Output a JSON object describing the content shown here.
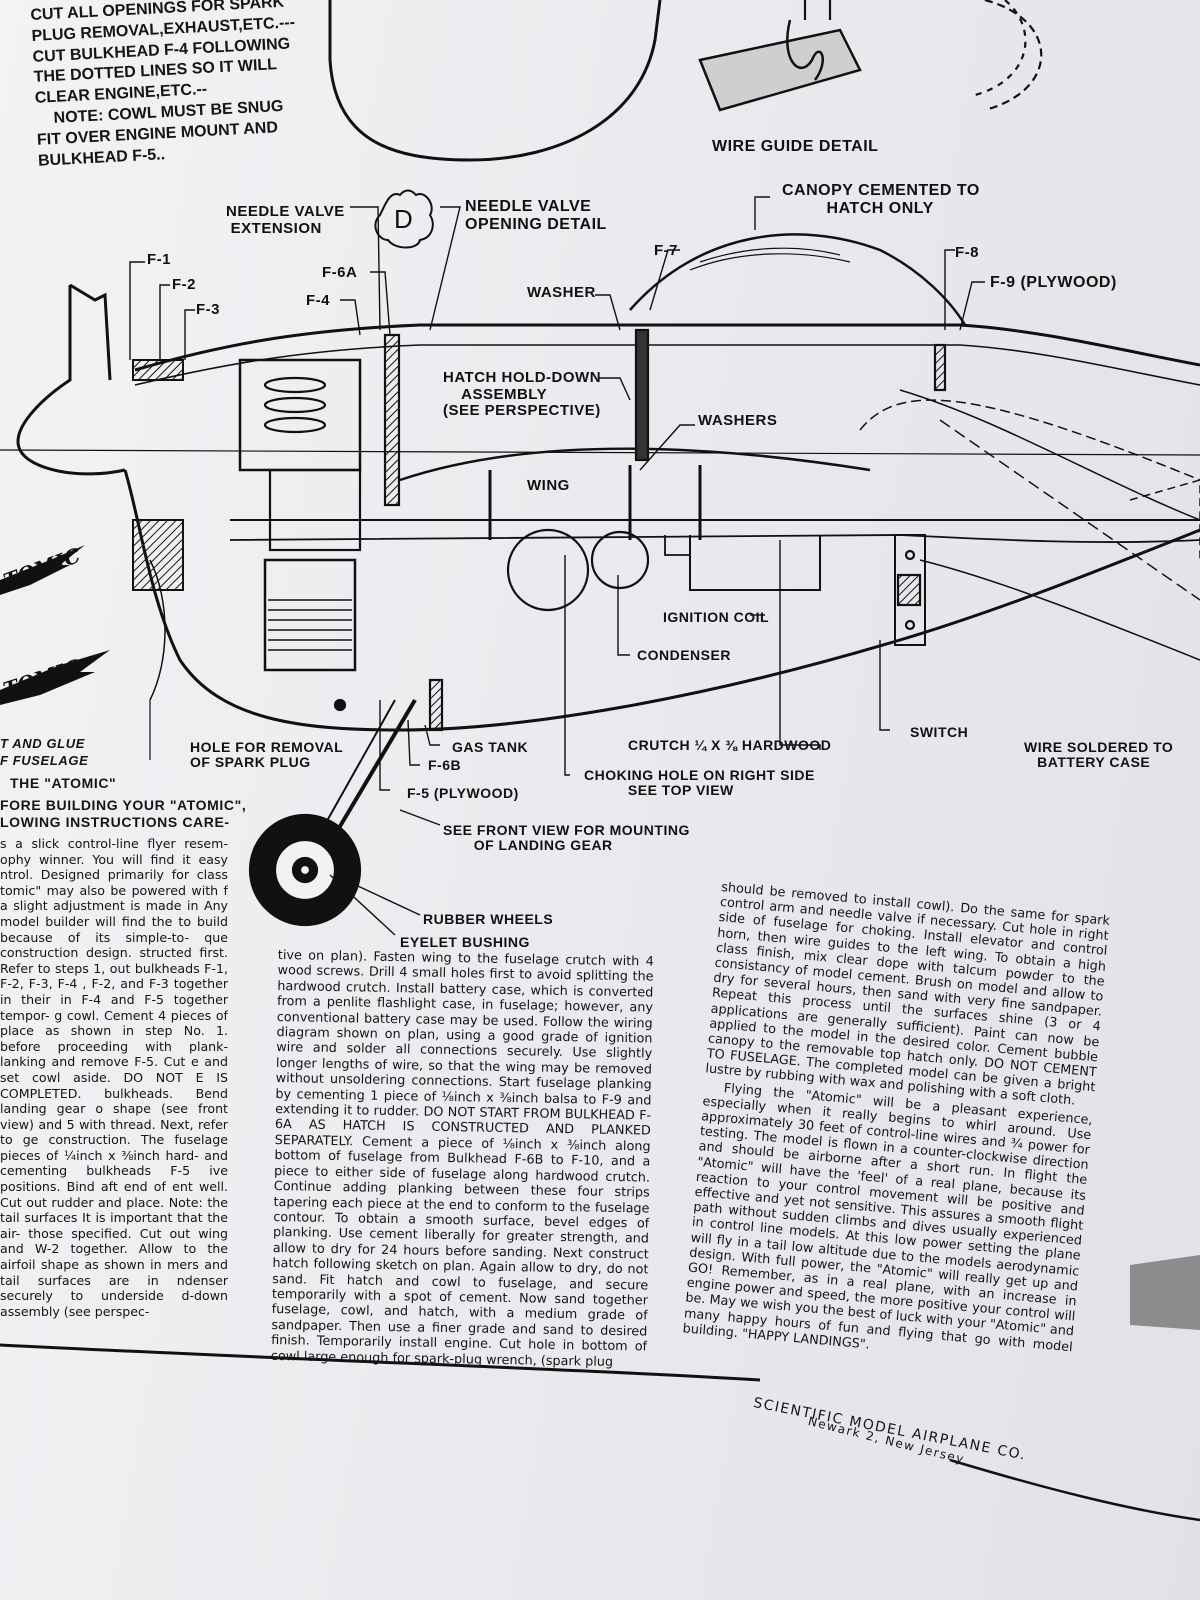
{
  "notes": {
    "top_left": "CUT ALL OPENINGS FOR SPARK\nPLUG REMOVAL,EXHAUST,ETC.---\nCUT BULKHEAD F-4 FOLLOWING\nTHE DOTTED LINES SO IT WILL\nCLEAR ENGINE,ETC.--\n    NOTE: COWL MUST BE SNUG\nFIT OVER ENGINE MOUNT AND\nBULKHEAD F-5.."
  },
  "labels": {
    "wire_guide": "WIRE GUIDE DETAIL",
    "canopy": "CANOPY CEMENTED TO\n         HATCH ONLY",
    "needle_ext": "NEEDLE VALVE\n EXTENSION",
    "needle_open": "NEEDLE VALVE\nOPENING DETAIL",
    "f1": "F-1",
    "f2": "F-2",
    "f3": "F-3",
    "f6a": "F-6A",
    "f4": "F-4",
    "washer": "WASHER",
    "f7": "F-7",
    "f8": "F-8",
    "f9": "F-9 (PLYWOOD)",
    "hatch": "HATCH HOLD-DOWN\n    ASSEMBLY\n(SEE PERSPECTIVE)",
    "washers": "WASHERS",
    "wing": "WING",
    "ignition": "IGNITION COIL",
    "condenser": "CONDENSER",
    "hole": "HOLE FOR REMOVAL\nOF SPARK PLUG",
    "gas": "GAS TANK",
    "f6b": "F-6B",
    "f5": "F-5 (PLYWOOD)",
    "crutch": "CRUTCH ¼ X ⅜ HARDWOOD",
    "choking": "CHOKING HOLE ON RIGHT SIDE\n          SEE TOP VIEW",
    "switch": "SWITCH",
    "wire": "WIRE SOLDERED TO\n   BATTERY CASE",
    "front_view": "SEE FRONT VIEW FOR MOUNTING\n       OF LANDING GEAR",
    "rubber": "RUBBER WHEELS",
    "eyelet": "EYELET BUSHING",
    "needle_letter": "D"
  },
  "left_column": {
    "heading": "T AND GLUE\nF FUSELAGE",
    "subheading": "THE \"ATOMIC\"",
    "intro": "FORE BUILDING YOUR \"ATOMIC\",\nLOWING INSTRUCTIONS CARE-",
    "body": "s a slick control-line flyer resem- ophy winner. You will find it easy ntrol. Designed primarily for class tomic\" may also be powered with f a slight adjustment is made in Any model builder will find the to build because of its simple-to- que construction design. structed first. Refer to steps 1, out bulkheads F-1, F-2, F-3, F-4 , F-2, and F-3 together in their in F-4 and F-5 together tempor- g cowl. Cement 4 pieces of place as shown in step No. 1. before proceeding with plank- lanking and remove F-5. Cut e and set cowl aside. DO NOT E IS COMPLETED. bulkheads. Bend landing gear o shape (see front view) and 5 with thread. Next, refer to ge construction. The fuselage pieces of ¼inch x ⅜inch hard- and cementing bulkheads F-5 ive positions. Bind aft end of ent well. Cut out rudder and place. Note: the tail surfaces It is important that the air- those specified. Cut out wing and W-2 together. Allow to the airfoil shape as shown in mers and tail surfaces are in ndenser securely to underside d-down assembly (see perspec-"
  },
  "middle_column": {
    "body": "tive on plan). Fasten wing to the fuselage crutch with 4 wood screws. Drill 4 small holes first to avoid splitting the hardwood crutch. Install battery case, which is converted from a penlite flashlight case, in fuselage; however, any conventional battery case may be used. Follow the wiring diagram shown on plan, using a good grade of ignition wire and solder all connections securely. Use slightly longer lengths of wire, so that the wing may be removed without unsoldering connections. Start fuselage planking by cementing 1 piece of ⅛inch x ⅜inch balsa to F-9 and extending it to rudder. DO NOT START FROM BULKHEAD F-6A AS HATCH IS CONSTRUCTED AND PLANKED SEPARATELY. Cement a piece of ⅛inch x ⅜inch along bottom of fuselage from Bulkhead F-6B to F-10, and a piece to either side of fuselage along hardwood crutch. Continue adding planking between these four strips tapering each piece at the end to conform to the fuselage contour. To obtain a smooth surface, bevel edges of planking. Use cement liberally for greater strength, and allow to dry for 24 hours before sanding. Next construct hatch following sketch on plan. Again allow to dry, do not sand. Fit hatch and cowl to fuselage, and secure temporarily with a spot of cement. Now sand together fuselage, cowl, and hatch, with a medium grade of sandpaper. Then use a finer grade and sand to desired finish. Temporarily install engine. Cut hole in bottom of cowl large enough for spark-plug wrench, (spark plug"
  },
  "right_column": {
    "p1": "should be removed to install cowl). Do the same for spark control arm and needle valve if necessary. Cut hole in right side of fuselage for choking. Install elevator and control horn, then wire guides to the left wing. To obtain a high class finish, mix clear dope with talcum powder to the consistancy of model cement. Brush on model and allow to dry for several hours, then sand with very fine sandpaper. Repeat this process until the surfaces shine (3 or 4 applications are generally sufficient). Paint can now be applied to the model in the desired color. Cement bubble canopy to the removable top hatch only. DO NOT CEMENT TO FUSELAGE. The completed model can be given a bright lustre by rubbing with wax and polishing with a soft cloth.",
    "p2": "Flying the \"Atomic\" will be a pleasant experience, especially when it really begins to whirl around. Use approximately 30 feet of control-line wires and ¾ power for testing. The model is flown in a counter-clockwise direction and should be airborne after a short run. In flight the \"Atomic\" will have the 'feel' of a real plane, because its reaction to your control movement will be positive and effective and yet not sensitive. This assures a smooth flight path without sudden climbs and dives usually experienced in control line models. At this low power setting the plane will fly in a tail low altitude due to the models aerodynamic design. With full power, the \"Atomic\" will really get up and GO! Remember, as in a real plane, with an increase in engine power and speed, the more positive your control will be. May we wish you the best of luck with your \"Atomic\" and many happy hours of fun and flying that go with model building. \"HAPPY LANDINGS\".",
    "company": "SCIENTIFIC MODEL AIRPLANE CO.",
    "city": "Newark 2, New Jersey"
  },
  "logo": {
    "text1": "TOMIC",
    "text2": "TOMIC"
  }
}
